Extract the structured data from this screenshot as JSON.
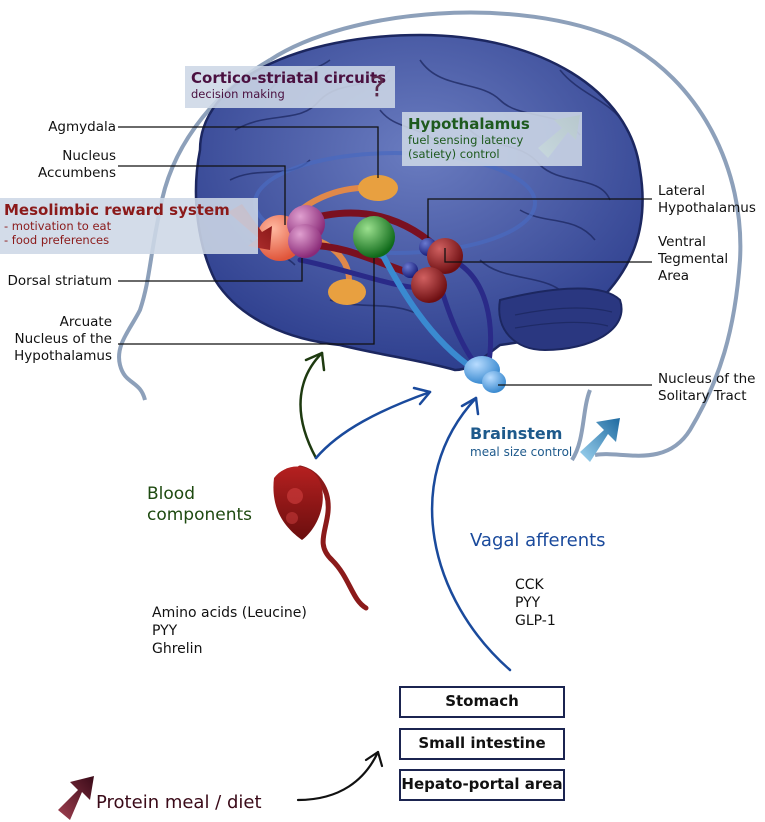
{
  "regions": {
    "agmydala": "Agmydala",
    "nucleus_accumbens": [
      "Nucleus",
      "Accumbens"
    ],
    "dorsal_striatum": "Dorsal striatum",
    "arcuate": [
      "Arcuate",
      "Nucleus of the",
      "Hypothalamus"
    ],
    "lateral_hypothalamus": [
      "Lateral",
      "Hypothalamus"
    ],
    "vta": [
      "Ventral",
      "Tegmental",
      "Area"
    ],
    "nts": [
      "Nucleus of the",
      "Solitary Tract"
    ]
  },
  "boxes": {
    "cortico": {
      "title": "Cortico-striatal circuits",
      "sub": "decision making",
      "symbol": "?"
    },
    "hypothalamus": {
      "title": "Hypothalamus",
      "lines": [
        "fuel sensing latency",
        "(satiety) control"
      ]
    },
    "mesolimbic": {
      "title": "Mesolimbic reward system",
      "lines": [
        "- motivation to eat",
        "- food preferences"
      ]
    }
  },
  "brainstem": {
    "title": "Brainstem",
    "sub": "meal size control"
  },
  "blood": {
    "title": [
      "Blood",
      "components"
    ],
    "items": [
      "Amino acids (Leucine)",
      "PYY",
      "Ghrelin"
    ]
  },
  "vagal": {
    "title": "Vagal afferents",
    "items": [
      "CCK",
      "PYY",
      "GLP-1"
    ]
  },
  "organs": [
    "Stomach",
    "Small intestine",
    "Hepato-portal area"
  ],
  "meal": "Protein meal / diet",
  "colors": {
    "brain": "#2e3f8e",
    "skull": "#8da0ba",
    "reward": "#8b1a1a",
    "hypothalamus": "#1e5a1e",
    "brainstem": "#1e5a8c",
    "vagal": "#1a4a9c",
    "organ_border": "#1b2450"
  }
}
